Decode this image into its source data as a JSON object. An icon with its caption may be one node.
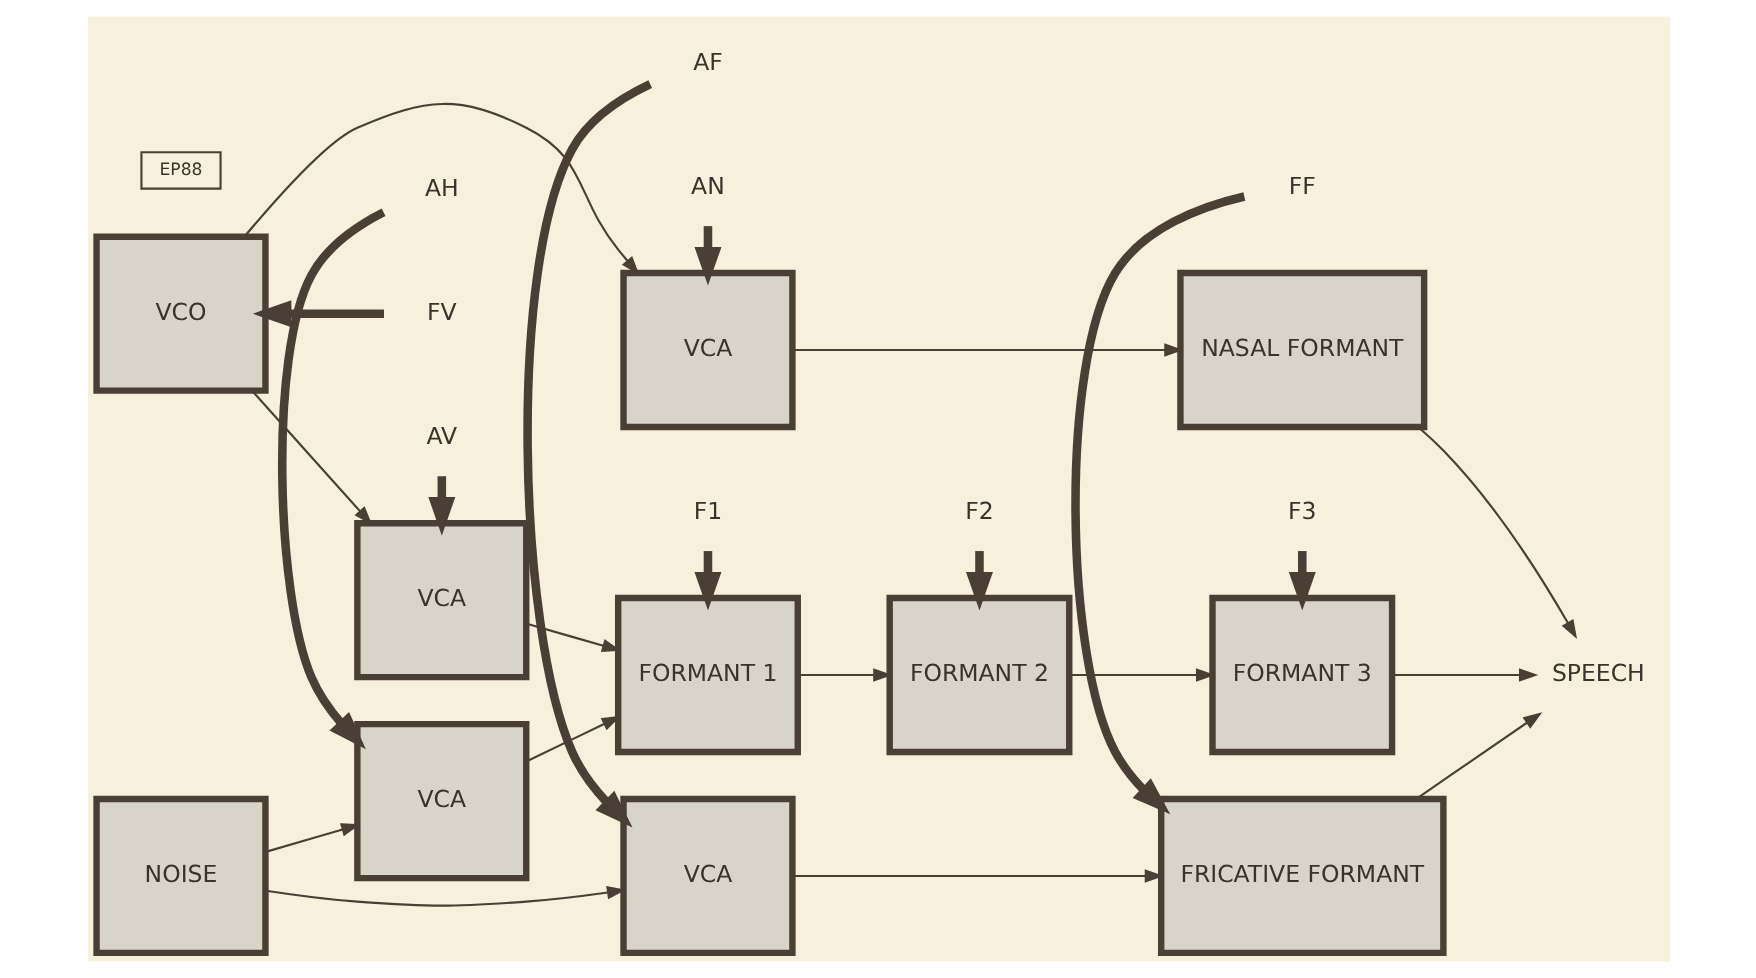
{
  "diagram": {
    "nodes": [
      {
        "text": [
          "NOISE"
        ]
      },
      {
        "text": [
          "VCA"
        ]
      },
      {
        "text": [
          "FRICATIVE FORMANT"
        ]
      },
      {
        "text": [
          "AH"
        ]
      },
      {
        "text": [
          "VCA"
        ]
      },
      {
        "text": [
          "AF"
        ]
      },
      {
        "text": [
          "FF"
        ]
      },
      {
        "text": [
          "FORMANT 1"
        ]
      },
      {
        "text": [
          "FORMANT 2"
        ]
      },
      {
        "text": [
          "FORMANT 3"
        ]
      },
      {
        "text": [
          "SPEECH"
        ]
      },
      {
        "text": [
          "VCA"
        ]
      },
      {
        "text": [
          "F1"
        ]
      },
      {
        "text": [
          "F2"
        ]
      },
      {
        "text": [
          "F3"
        ]
      },
      {
        "text": [
          "FV"
        ]
      },
      {
        "text": [
          "AV"
        ]
      },
      {
        "text": [
          "VCO"
        ]
      },
      {
        "text": [
          "VCA"
        ]
      },
      {
        "text": [
          "NASAL FORMANT"
        ]
      },
      {
        "text": [
          "AN"
        ]
      }
    ],
    "edges": [
      {
        "from": 0,
        "to": 1,
        "arrow": "to"
      },
      {
        "from": 0,
        "to": 4,
        "arrow": "to"
      },
      {
        "from": 1,
        "to": 2,
        "arrow": "to"
      },
      {
        "from": 4,
        "to": 7,
        "arrow": "to"
      },
      {
        "from": 11,
        "to": 7,
        "arrow": "to"
      },
      {
        "from": 17,
        "to": 11,
        "arrow": "to"
      },
      {
        "from": 17,
        "to": 18,
        "arrow": "to"
      },
      {
        "from": 7,
        "to": 8,
        "arrow": "to"
      },
      {
        "from": 8,
        "to": 9,
        "arrow": "to"
      },
      {
        "from": 18,
        "to": 19,
        "arrow": "to"
      },
      {
        "from": 2,
        "to": 10,
        "arrow": "to"
      },
      {
        "from": 9,
        "to": 10,
        "arrow": "to"
      },
      {
        "from": 19,
        "to": 10,
        "arrow": "to"
      },
      {
        "from": 3,
        "to": 4,
        "arrow": "to",
        "style": "thick"
      },
      {
        "from": 5,
        "to": 1,
        "arrow": "to",
        "style": "thick"
      },
      {
        "from": 6,
        "to": 2,
        "arrow": "to",
        "style": "thick"
      },
      {
        "from": 12,
        "to": 7,
        "arrow": "to",
        "style": "thick"
      },
      {
        "from": 13,
        "to": 8,
        "arrow": "to",
        "style": "thick"
      },
      {
        "from": 14,
        "to": 9,
        "arrow": "to",
        "style": "thick"
      },
      {
        "from": 15,
        "to": 17,
        "arrow": "to",
        "style": "thick"
      },
      {
        "from": 16,
        "to": 11,
        "arrow": "to",
        "style": "thick"
      },
      {
        "from": 20,
        "to": 18,
        "arrow": "to",
        "style": "thick"
      }
    ],
    "labels": [
      "EP88"
    ]
  }
}
